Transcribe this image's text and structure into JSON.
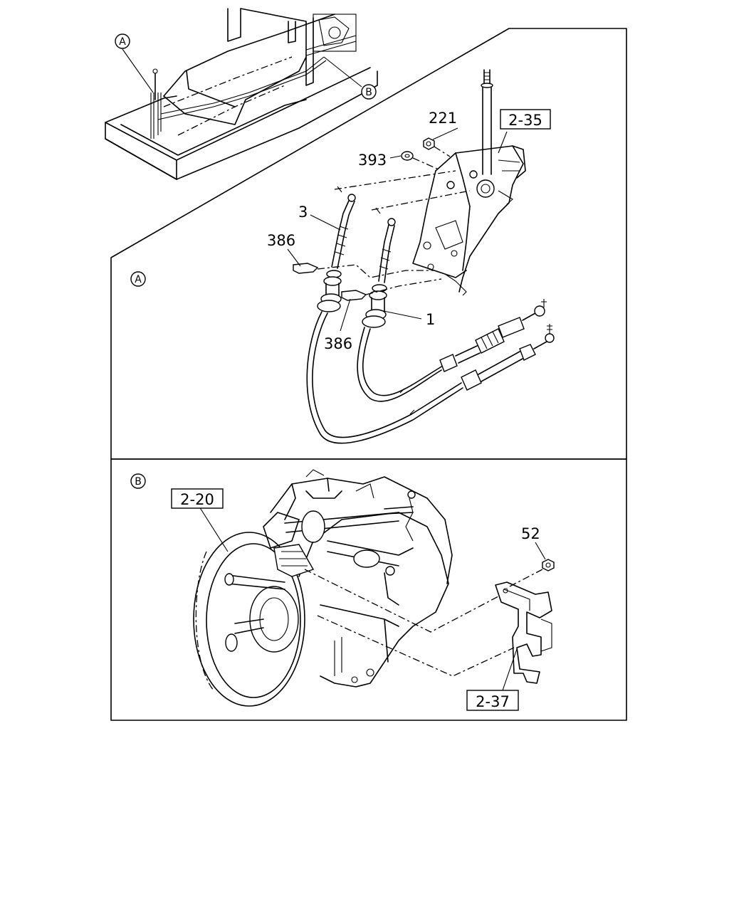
{
  "callouts": {
    "circle_a": "A",
    "circle_b": "B",
    "part_221": "221",
    "part_393": "393",
    "part_3": "3",
    "part_386_upper": "386",
    "part_386_lower": "386",
    "part_1": "1",
    "part_52": "52"
  },
  "references": {
    "ref_2_35": "2-35",
    "ref_2_20": "2-20",
    "ref_2_37": "2-37"
  },
  "panels": {
    "detail_a_marker": "A",
    "detail_b_marker": "B"
  }
}
